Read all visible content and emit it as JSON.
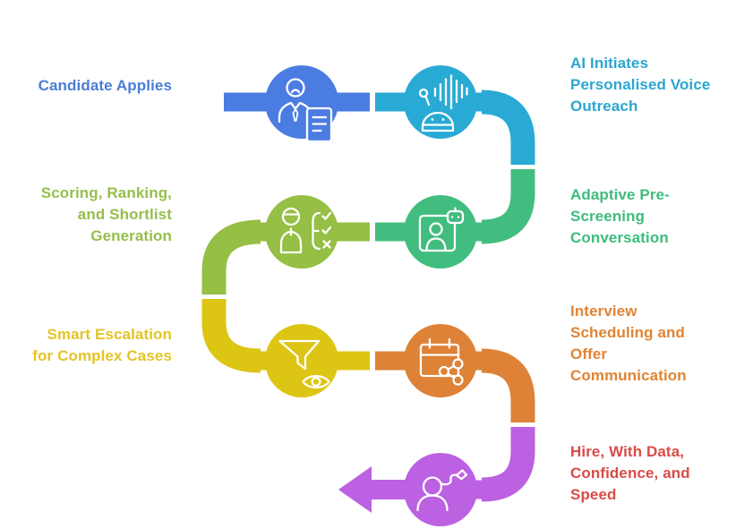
{
  "canvas": {
    "background": "#ffffff"
  },
  "steps": [
    {
      "label": "Candidate Applies",
      "side": "left",
      "color": "#4b7ce1",
      "text_color": "#4a7ed6",
      "icon": "candidate-profile-document-icon"
    },
    {
      "label": "AI Initiates\nPersonalised Voice\nOutreach",
      "side": "right",
      "color": "#29aad4",
      "text_color": "#2ba6d0",
      "icon": "robot-voice-wave-icon"
    },
    {
      "label": "Adaptive Pre-\nScreening\nConversation",
      "side": "right",
      "color": "#42bd80",
      "text_color": "#3ebc7e",
      "icon": "id-card-robot-icon"
    },
    {
      "label": "Scoring, Ranking,\nand Shortlist\nGeneration",
      "side": "left",
      "color": "#95bf45",
      "text_color": "#96bf4b",
      "icon": "person-checklist-icon"
    },
    {
      "label": "Smart Escalation\nfor Complex Cases",
      "side": "left",
      "color": "#ddc514",
      "text_color": "#e3c426",
      "icon": "funnel-eye-icon"
    },
    {
      "label": "Interview\nScheduling and\nOffer\nCommunication",
      "side": "right",
      "color": "#dd8236",
      "text_color": "#e08434",
      "icon": "calendar-share-icon"
    },
    {
      "label": "Hire, With Data,\nConfidence, and\nSpeed",
      "side": "right",
      "color": "#bb61e1",
      "text_color": "#d94b47",
      "icon": "person-route-icon"
    }
  ],
  "end_arrow": {
    "direction": "left"
  }
}
